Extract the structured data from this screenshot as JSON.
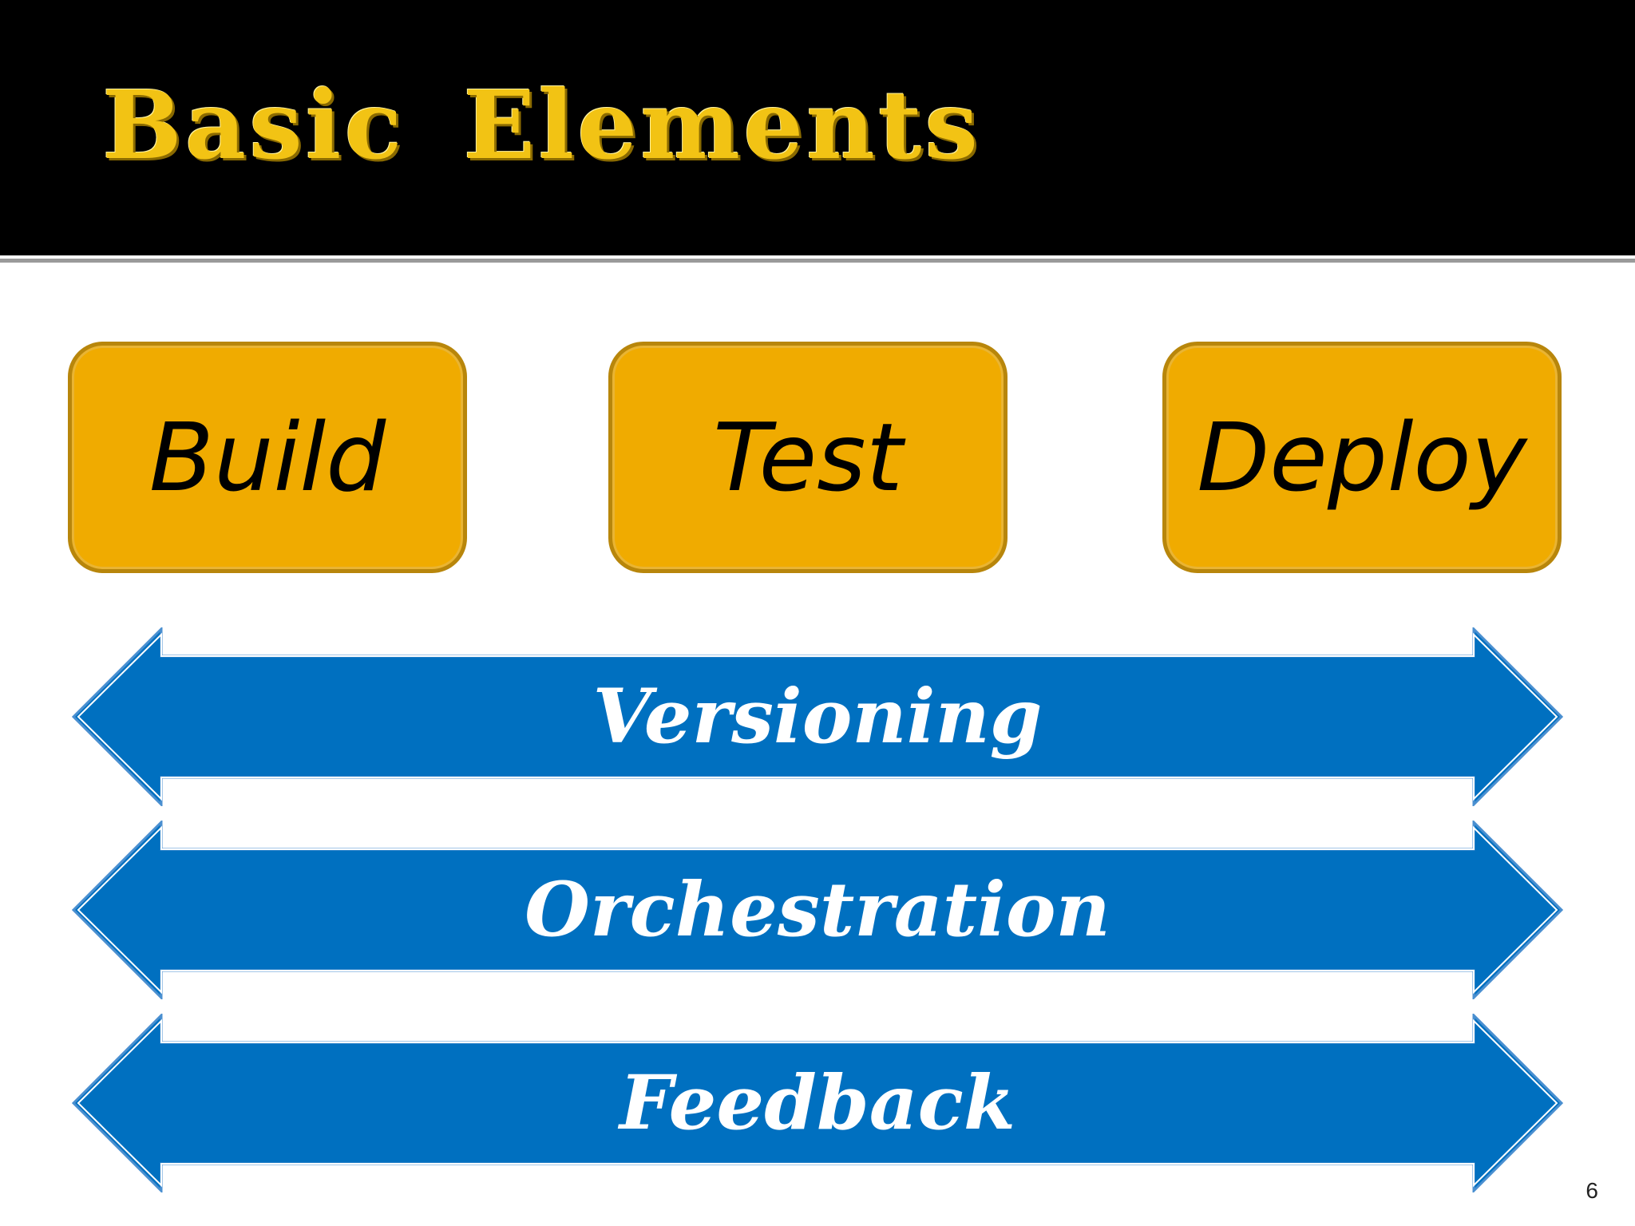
{
  "slide": {
    "title": "Basic Elements",
    "page_number": "6"
  },
  "stages": [
    {
      "label": "Build"
    },
    {
      "label": "Test"
    },
    {
      "label": "Deploy"
    }
  ],
  "arrows": [
    {
      "label": "Versioning"
    },
    {
      "label": "Orchestration"
    },
    {
      "label": "Feedback"
    }
  ],
  "colors": {
    "header_bg": "#000000",
    "title": "#f2c314",
    "stage_fill": "#f0ab00",
    "stage_border": "#b8860b",
    "arrow_fill": "#0070c0",
    "arrow_text": "#ffffff"
  }
}
